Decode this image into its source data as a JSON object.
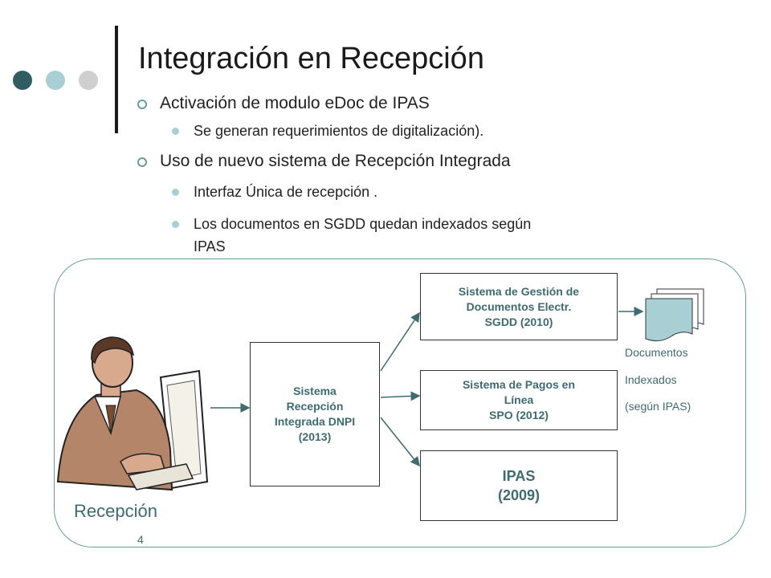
{
  "slide": {
    "title": "Integración en Recepción",
    "bullets": [
      {
        "text": "Activación de modulo eDoc de IPAS",
        "sub": [
          "Se generan requerimientos de digitalización)."
        ]
      },
      {
        "text": "Uso de nuevo sistema de Recepción Integrada",
        "sub": [
          "Interfaz Única de recepción .",
          "Los documentos en SGDD quedan indexados según",
          "IPAS"
        ]
      }
    ],
    "page_number": "4"
  },
  "diagram": {
    "center_box": [
      "Sistema",
      "Recepción",
      "Integrada DNPI",
      "(2013)"
    ],
    "sgdd_box": [
      "Sistema de Gestión de",
      "Documentos Electr.",
      "SGDD (2010)"
    ],
    "spo_box": [
      "Sistema de Pagos en",
      "Línea",
      "SPO (2012)"
    ],
    "ipas_box": [
      "IPAS",
      "(2009)"
    ],
    "documents_label": [
      "Documentos",
      "Indexados",
      "(según IPAS)"
    ],
    "reception_label": "Recepción"
  },
  "colors": {
    "dot_dark": "#2f5d62",
    "dot_mid": "#a8cfd3",
    "dot_light": "#cfcfcf",
    "accent_text": "#3d6b70",
    "frame": "#6a9aa0"
  }
}
